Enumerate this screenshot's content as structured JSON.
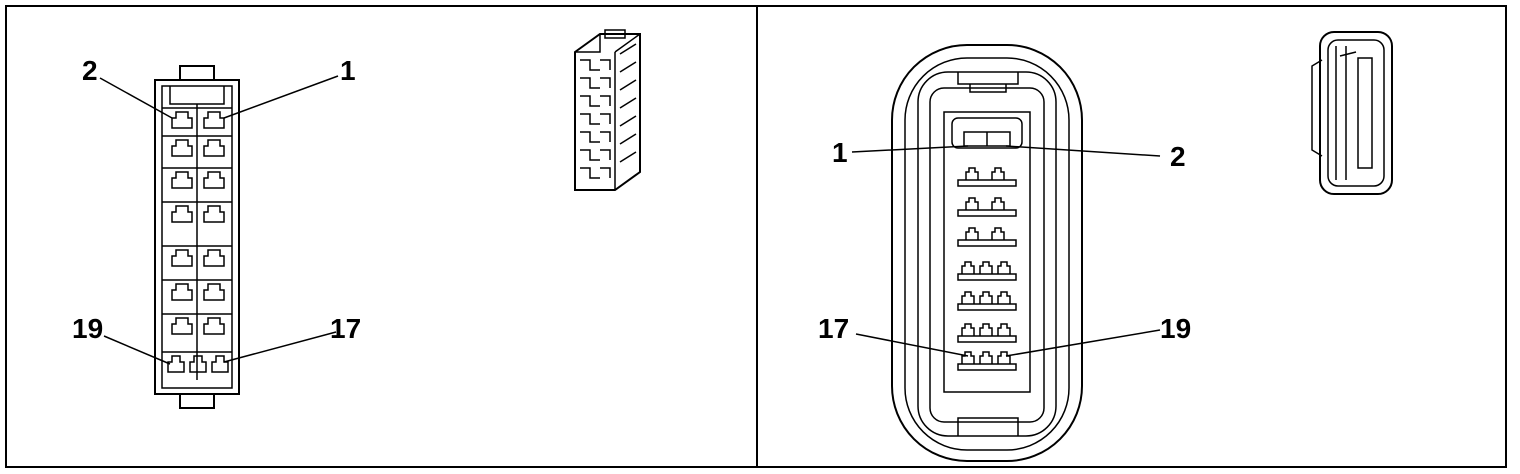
{
  "left_panel": {
    "labels": {
      "pin_2": "2",
      "pin_1": "1",
      "pin_19": "19",
      "pin_17": "17"
    }
  },
  "right_panel": {
    "labels": {
      "pin_1": "1",
      "pin_2": "2",
      "pin_17": "17",
      "pin_19": "19"
    }
  }
}
